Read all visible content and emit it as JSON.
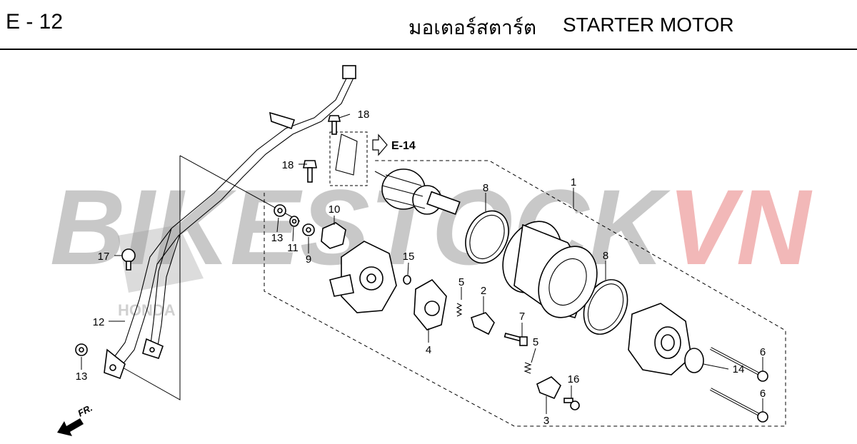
{
  "header": {
    "page_code": "E - 12",
    "title_th": "มอเตอร์สตาร์ต",
    "title_en": "STARTER MOTOR"
  },
  "watermark": {
    "text_main": "BIKESTOCK",
    "text_accent": "VN",
    "main_color": "#c8c8c8",
    "accent_color": "#f2b8b8",
    "brand_logo_text": "HONDA"
  },
  "reference": {
    "label": "E-14"
  },
  "direction": {
    "label": "FR."
  },
  "callouts": {
    "c1": "1",
    "c2": "2",
    "c3": "3",
    "c4": "4",
    "c5a": "5",
    "c5b": "5",
    "c6a": "6",
    "c6b": "6",
    "c7": "7",
    "c8a": "8",
    "c8b": "8",
    "c9": "9",
    "c10": "10",
    "c11": "11",
    "c12": "12",
    "c13a": "13",
    "c13b": "13",
    "c14": "14",
    "c15": "15",
    "c16": "16",
    "c17": "17",
    "c18a": "18",
    "c18b": "18"
  }
}
